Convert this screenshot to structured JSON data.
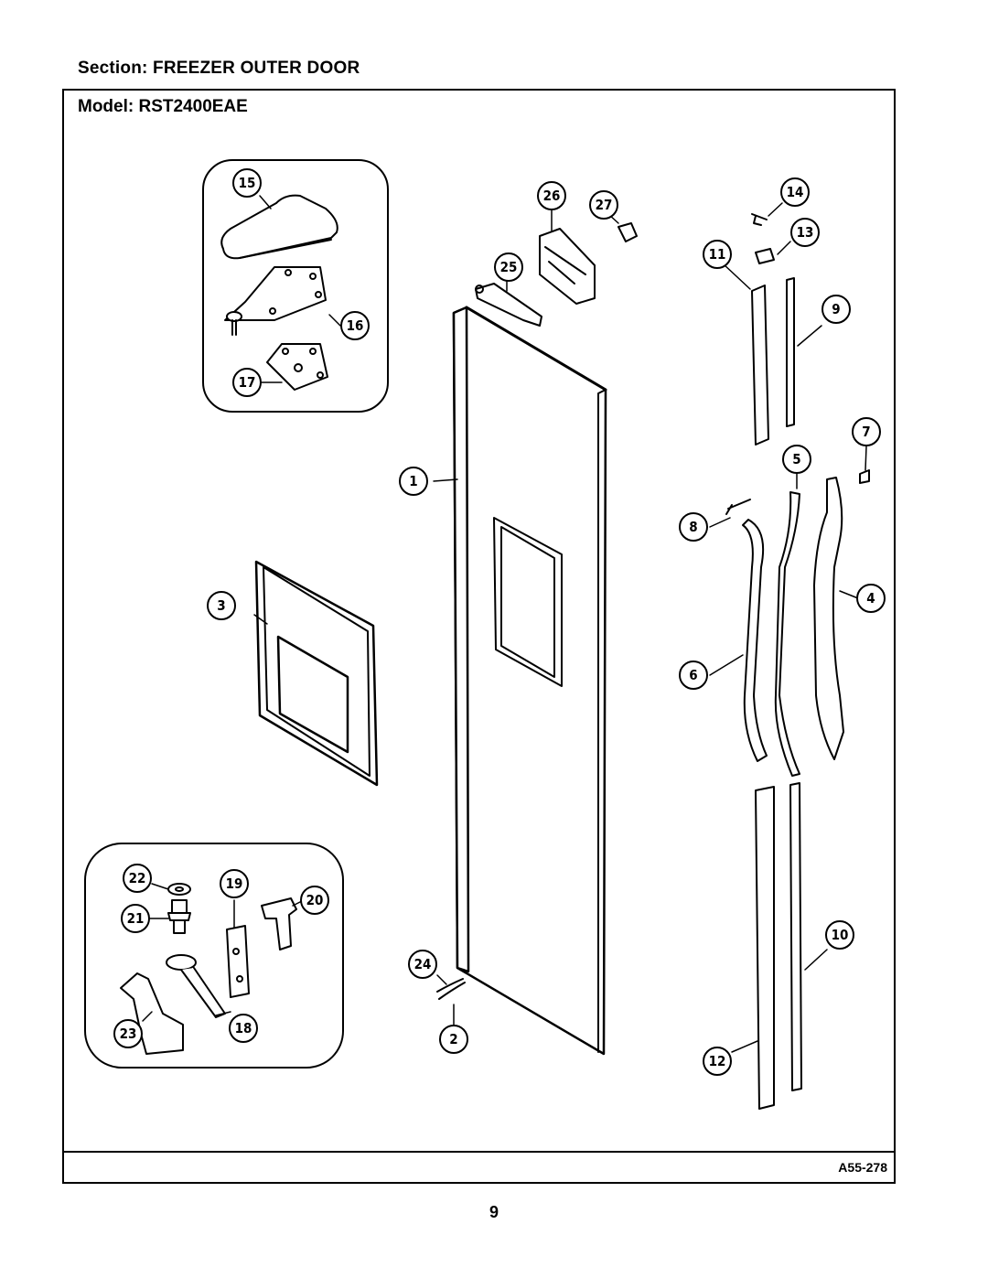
{
  "section_title": "Section:  FREEZER OUTER DOOR",
  "model_title": "Model:  RST2400EAE",
  "figure_code": "A55-278",
  "page_number": "9",
  "callouts": [
    "1",
    "2",
    "3",
    "4",
    "5",
    "6",
    "7",
    "8",
    "9",
    "10",
    "11",
    "12",
    "13",
    "14",
    "15",
    "16",
    "17",
    "18",
    "19",
    "20",
    "21",
    "22",
    "23",
    "24",
    "25",
    "26",
    "27"
  ]
}
